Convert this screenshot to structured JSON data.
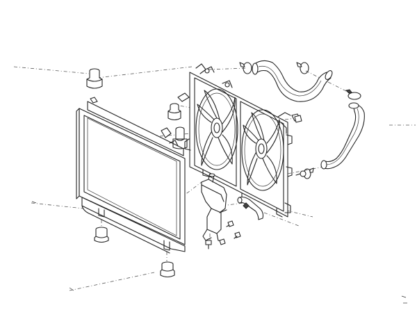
{
  "figure": {
    "kind": "exploded-parts-diagram",
    "background": "#ffffff",
    "line_color": "#222222",
    "text_labels": []
  },
  "parts": [
    {
      "id": "radiator",
      "icon": "radiator-core"
    },
    {
      "id": "radiator-cap",
      "icon": "cap"
    },
    {
      "id": "upper-mount-bushing",
      "icon": "rubber-bushing"
    },
    {
      "id": "center-mount-bushing",
      "icon": "rubber-bushing"
    },
    {
      "id": "lower-mount-bushing-left",
      "icon": "rubber-bushing"
    },
    {
      "id": "lower-mount-bushing-right",
      "icon": "rubber-bushing"
    },
    {
      "id": "fan-shroud-assembly",
      "icon": "dual-fan-shroud"
    },
    {
      "id": "cooling-fan-left",
      "icon": "fan"
    },
    {
      "id": "cooling-fan-right",
      "icon": "fan"
    },
    {
      "id": "upper-radiator-hose",
      "icon": "hose"
    },
    {
      "id": "lower-radiator-hose",
      "icon": "hose"
    },
    {
      "id": "hose-clamps",
      "icon": "clamp"
    },
    {
      "id": "coolant-reservoir",
      "icon": "reservoir-tank"
    },
    {
      "id": "reservoir-hose",
      "icon": "hose"
    },
    {
      "id": "bolts",
      "icon": "bolt"
    }
  ]
}
